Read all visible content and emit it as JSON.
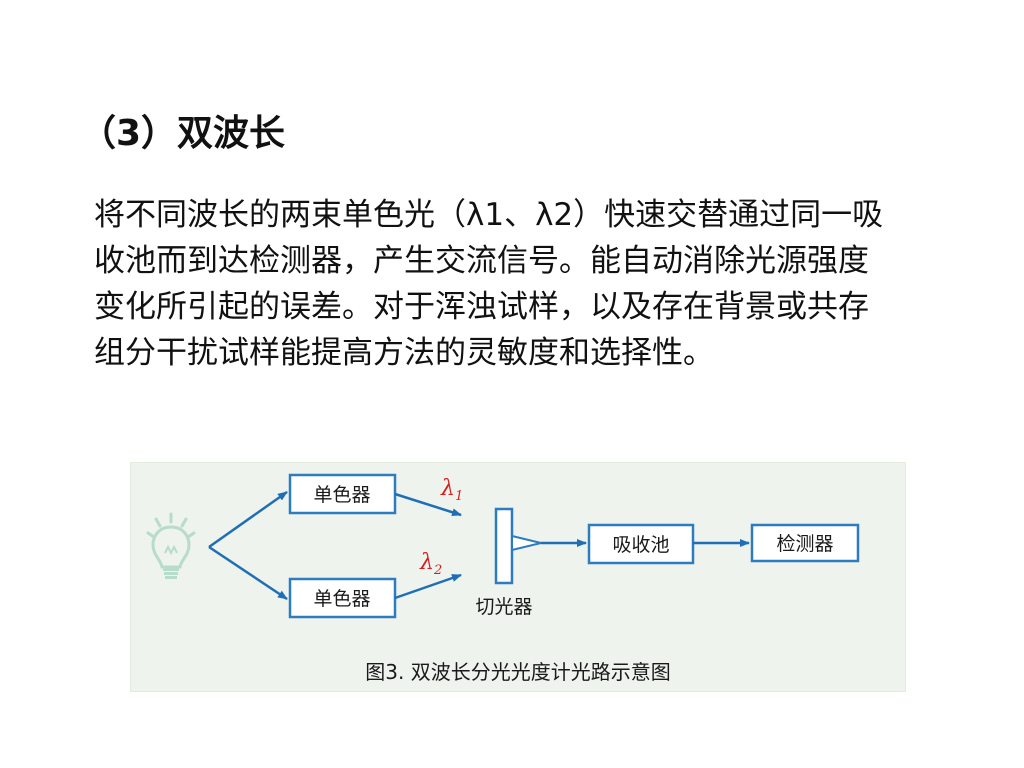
{
  "slide": {
    "heading": "（3）双波长",
    "body_lines": [
      "将不同波长的两束单色光（λ1、λ2）快速交替通过同一吸",
      "收池而到达检测器，产生交流信号。能自动消除光源强度",
      "变化所引起的误差。对于浑浊试样，以及存在背景或共存",
      "组分干扰试样能提高方法的灵敏度和选择性。"
    ]
  },
  "diagram": {
    "light_source_icon": "light-bulb-icon",
    "monochromator_1": "单色器",
    "monochromator_2": "单色器",
    "lambda_symbol": "λ",
    "lambda_1_sub": "1",
    "lambda_2_sub": "2",
    "chopper_label": "切光器",
    "absorption_cell": "吸收池",
    "detector": "检测器",
    "caption": "图3. 双波长分光光度计光路示意图",
    "colors": {
      "box_border": "#2e7cc0",
      "arrow": "#1f6fb5",
      "lambda": "#d81e1e",
      "figure_bg": "#eef3ee",
      "bulb": "#b7dcc9"
    }
  }
}
